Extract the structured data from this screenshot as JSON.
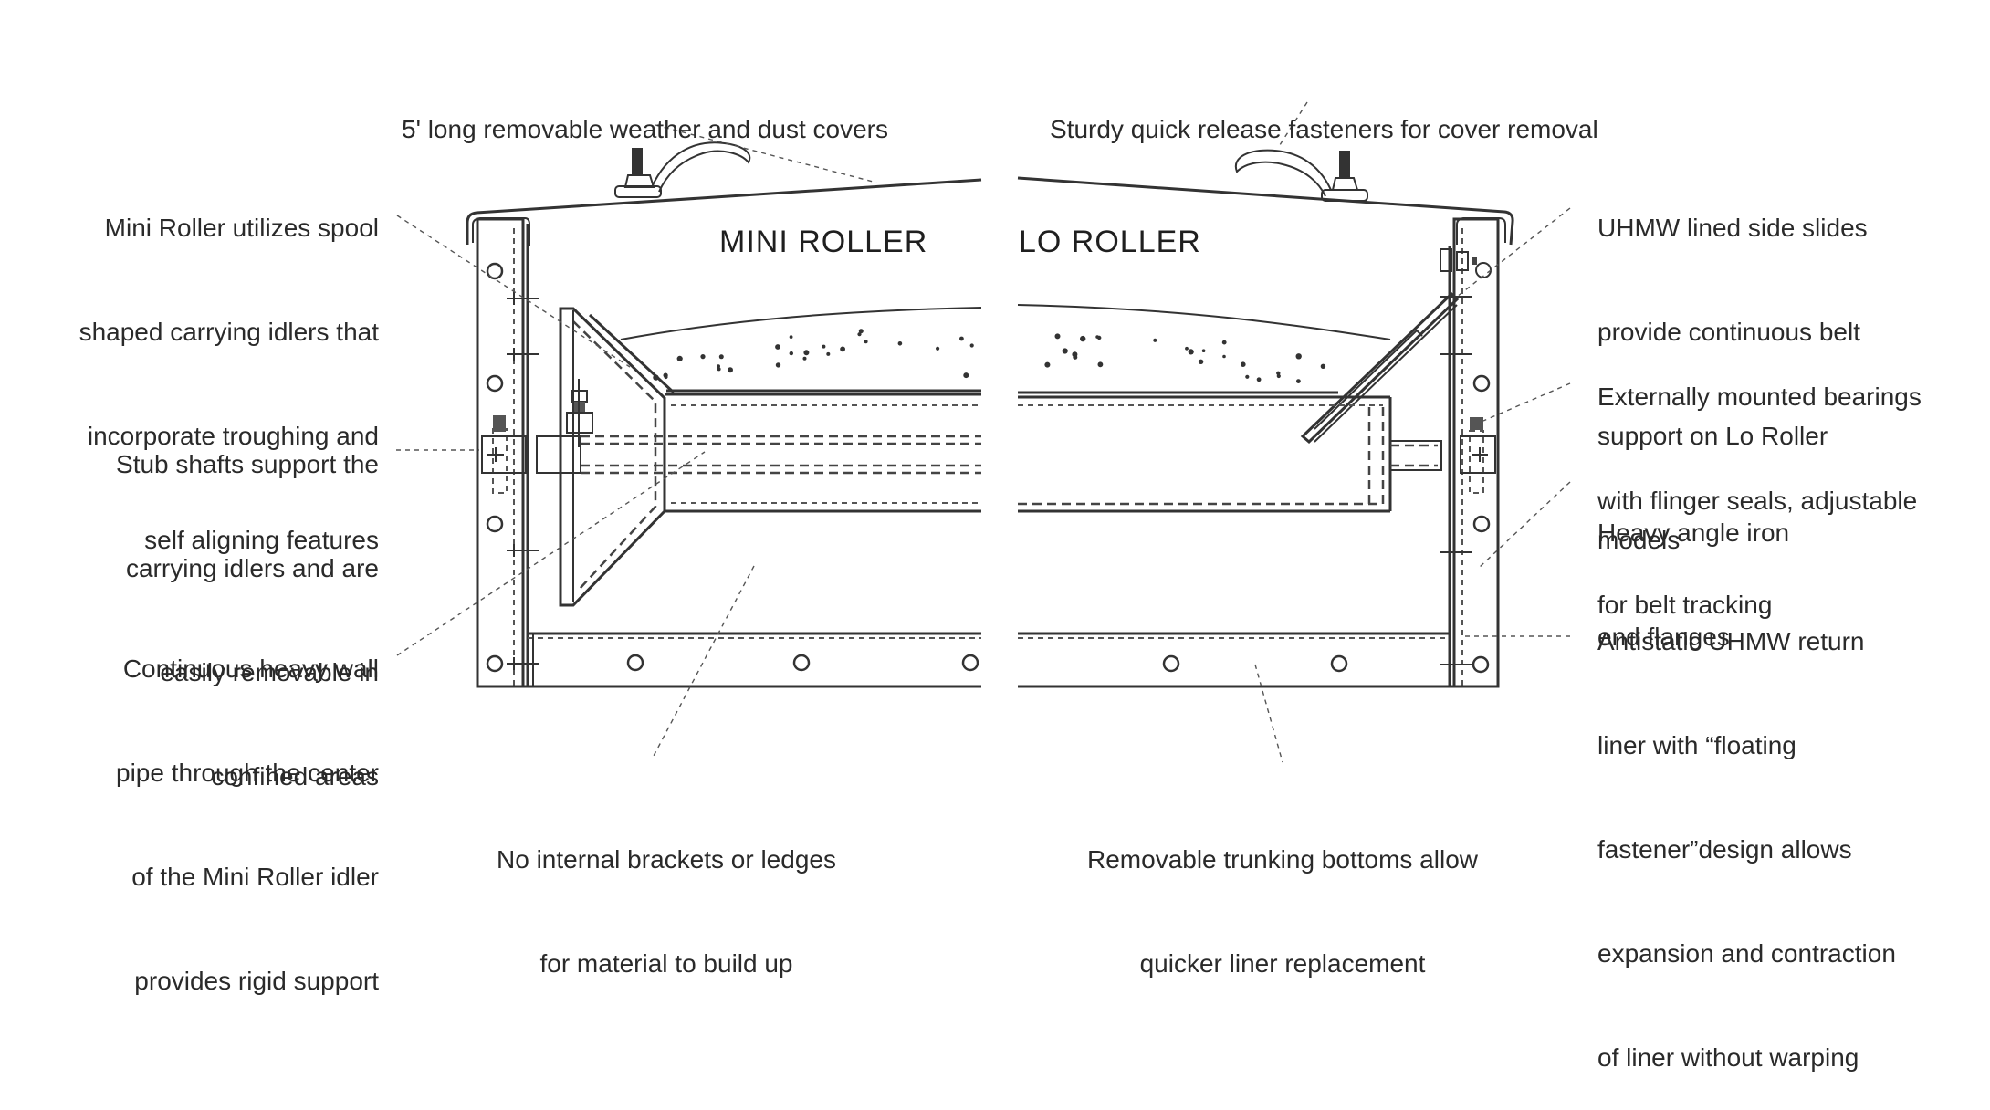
{
  "models": {
    "left": "MINI ROLLER",
    "right": "LO ROLLER"
  },
  "callouts": {
    "covers": [
      "5' long removable weather and dust covers"
    ],
    "fasteners": [
      "Sturdy quick release fasteners for cover removal"
    ],
    "spool_idlers": [
      "Mini Roller utilizes spool",
      "shaped carrying idlers that",
      "incorporate troughing and",
      "self aligning features"
    ],
    "stub_shafts": [
      "Stub shafts support the",
      "carrying idlers and are",
      "easily removable in",
      "confined areas"
    ],
    "heavy_pipe": [
      "Continuous heavy wall",
      "pipe through the center",
      "of the Mini Roller idler",
      "provides rigid support"
    ],
    "side_slides": [
      "UHMW lined side slides",
      "provide continuous belt",
      "support on Lo Roller",
      "models"
    ],
    "bearings": [
      "Externally mounted bearings",
      "with flinger seals, adjustable",
      "for belt tracking"
    ],
    "end_flanges": [
      "Heavy angle iron",
      "end flanges"
    ],
    "return_liner": [
      "Antistatic UHMW return",
      "liner with “floating",
      "fastener”design allows",
      "expansion and contraction",
      "of liner without warping"
    ],
    "no_brackets": [
      "No internal brackets or ledges",
      "for material to build up"
    ],
    "trunking_bottoms": [
      "Removable trunking bottoms allow",
      "quicker liner replacement"
    ]
  },
  "colors": {
    "ink": "#333333",
    "text": "#2a2a2a",
    "background": "#ffffff"
  }
}
